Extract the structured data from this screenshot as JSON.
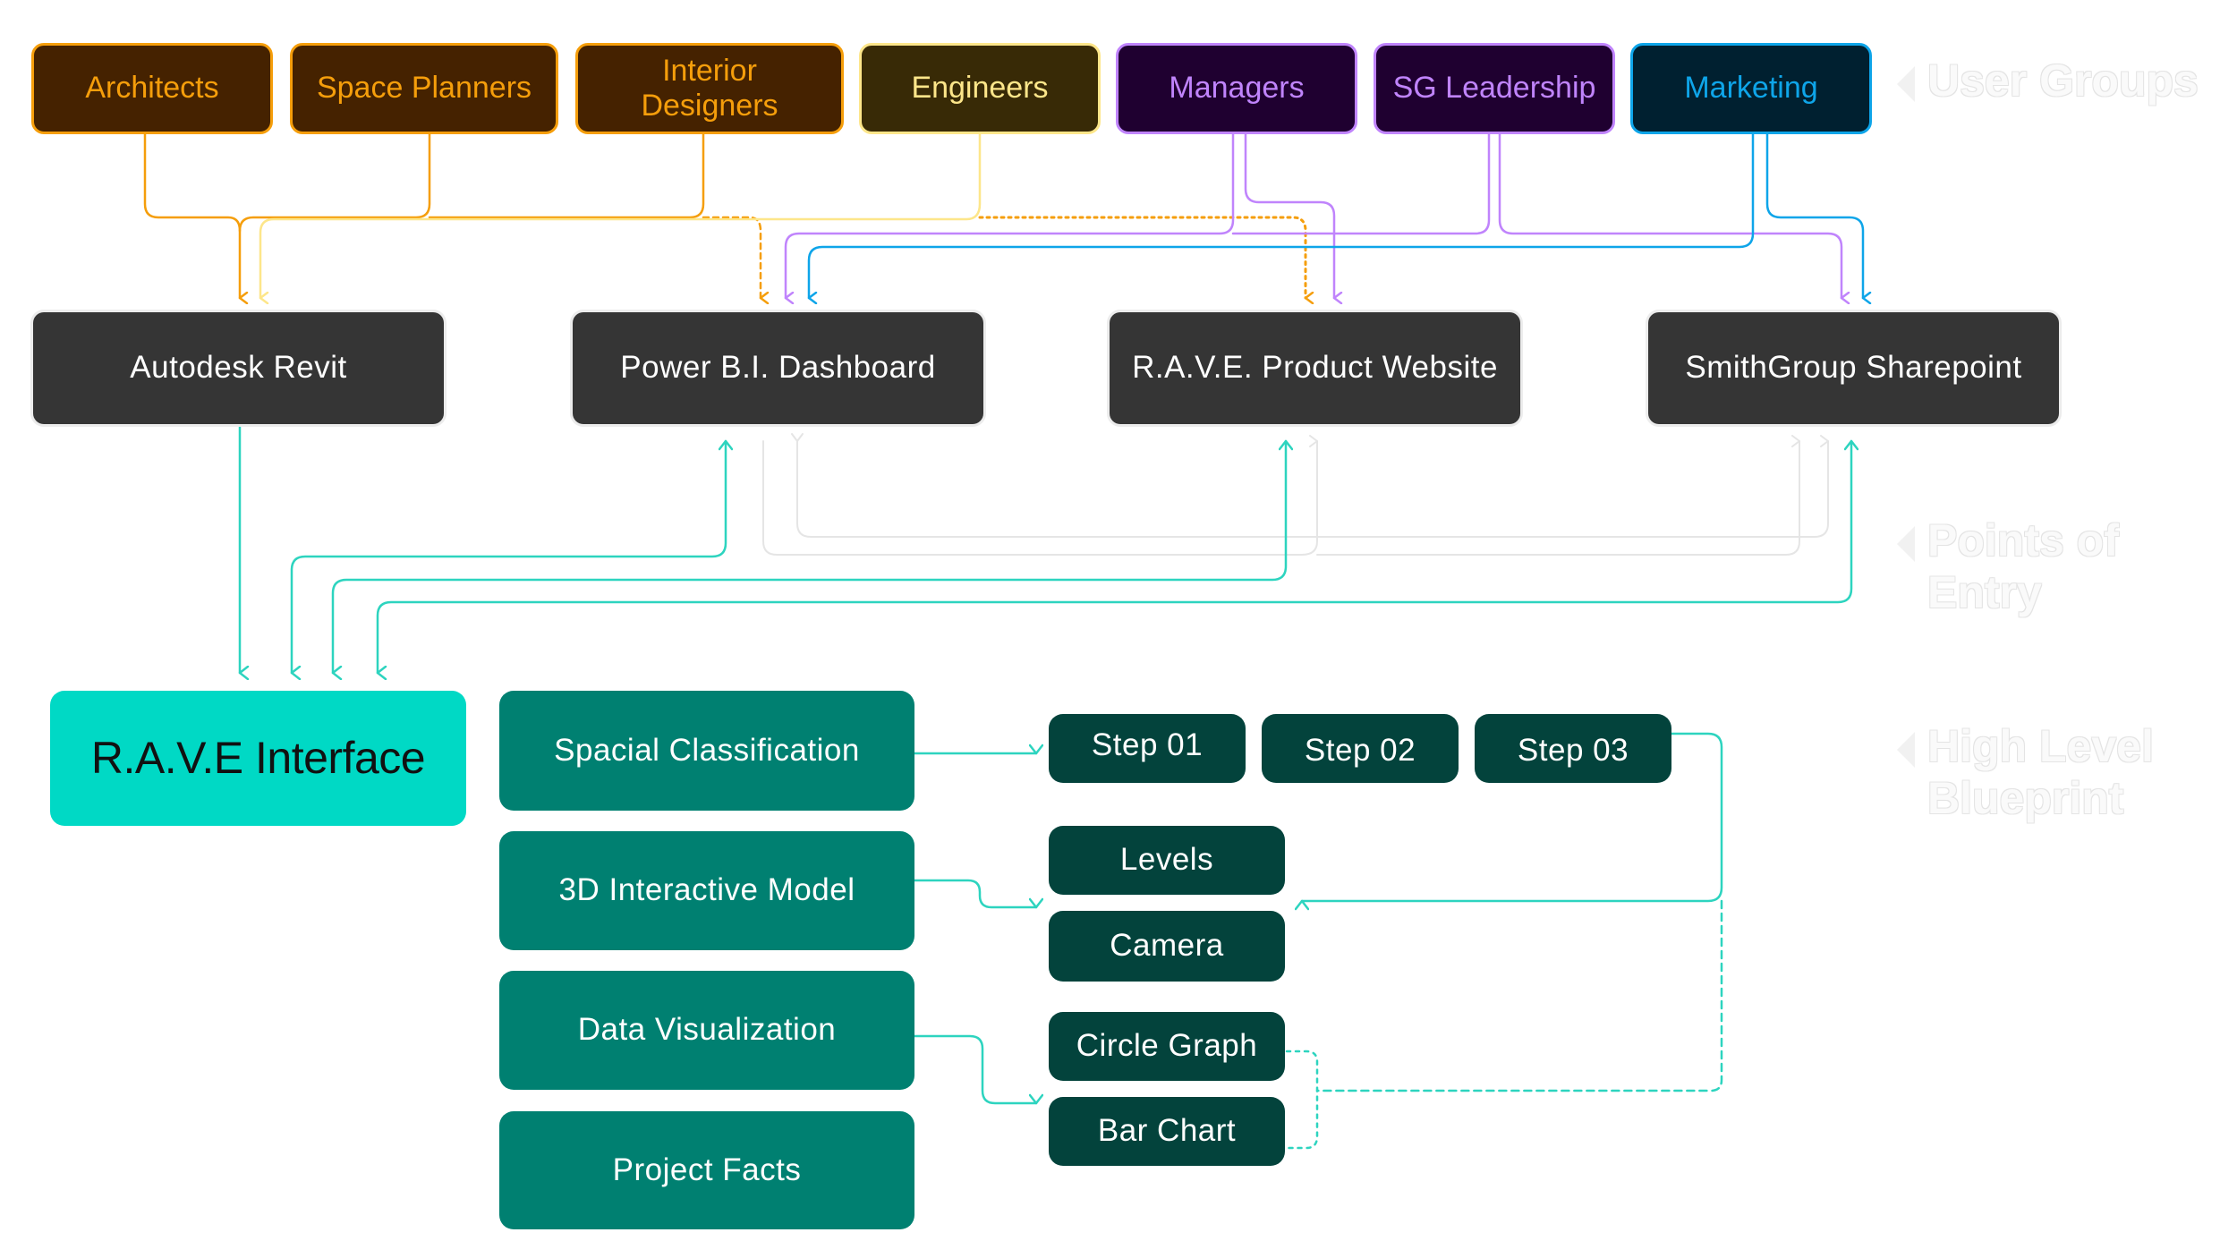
{
  "colors": {
    "orange": "#f59e0b",
    "yellow": "#fde68a",
    "purple": "#c084fc",
    "blue": "#0ea5e9",
    "teal": "#2dd4bf",
    "faint": "#e5e5e5"
  },
  "section_labels": {
    "user_groups": "User Groups",
    "points_of_entry": "Points of Entry",
    "blueprint": "High Level Blueprint"
  },
  "user_groups": [
    {
      "label": "Architects",
      "fg": "#f59e0b",
      "bg": "#452200",
      "border": "#f59e0b"
    },
    {
      "label": "Space Planners",
      "fg": "#f59e0b",
      "bg": "#452200",
      "border": "#f59e0b"
    },
    {
      "label": "Interior Designers",
      "fg": "#f59e0b",
      "bg": "#452200",
      "border": "#f59e0b"
    },
    {
      "label": "Engineers",
      "fg": "#fde68a",
      "bg": "#382a06",
      "border": "#fde68a"
    },
    {
      "label": "Managers",
      "fg": "#c084fc",
      "bg": "#1f0030",
      "border": "#c084fc"
    },
    {
      "label": "SG Leadership",
      "fg": "#c084fc",
      "bg": "#1f0030",
      "border": "#c084fc"
    },
    {
      "label": "Marketing",
      "fg": "#0ea5e9",
      "bg": "#002030",
      "border": "#0ea5e9"
    }
  ],
  "points_of_entry": [
    {
      "label": "Autodesk Revit"
    },
    {
      "label": "Power B.I. Dashboard"
    },
    {
      "label": "R.A.V.E. Product Website"
    },
    {
      "label": "SmithGroup Sharepoint"
    }
  ],
  "interface": {
    "label": "R.A.V.E Interface"
  },
  "features": [
    {
      "label": "Spacial Classification"
    },
    {
      "label": "3D Interactive Model"
    },
    {
      "label": "Data Visualization"
    },
    {
      "label": "Project Facts"
    }
  ],
  "steps": [
    {
      "label": "Step 01"
    },
    {
      "label": "Step 02"
    },
    {
      "label": "Step 03"
    }
  ],
  "model_items": [
    {
      "label": "Levels"
    },
    {
      "label": "Camera"
    }
  ],
  "viz_items": [
    {
      "label": "Circle Graph"
    },
    {
      "label": "Bar Chart"
    }
  ]
}
